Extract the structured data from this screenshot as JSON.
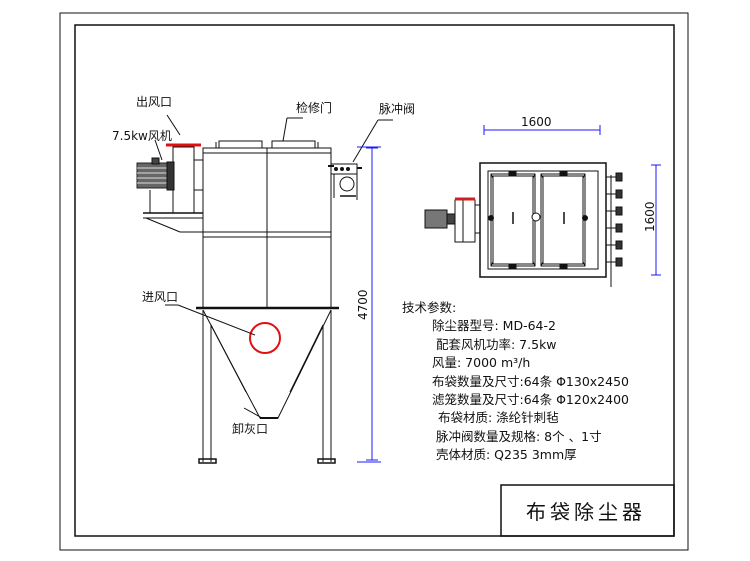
{
  "labels": {
    "outlet": "出风口",
    "fan": "7.5kw风机",
    "access_door": "检修门",
    "pulse_valve": "脉冲阀",
    "inlet": "进风口",
    "ash_outlet": "卸灰口",
    "height_dim": "4700",
    "plan_width_dim": "1600",
    "plan_depth_dim": "1600"
  },
  "specs": {
    "heading": "技术参数:",
    "model": "除尘器型号: MD-64-2",
    "fan_power": "配套风机功率: 7.5kw",
    "airflow": "风量: 7000 m³/h",
    "bag_count_size": "布袋数量及尺寸:64条  Φ130x2450",
    "cage_count_size": "滤笼数量及尺寸:64条  Φ120x2400",
    "bag_material": "布袋材质: 涤纶针刺毡",
    "valve_spec": "脉冲阀数量及规格: 8个 、1寸",
    "shell_material": "壳体材质: Q235 3mm厚"
  },
  "title": "布袋除尘器",
  "colors": {
    "line": "#111111",
    "outlet_flange": "#e01010",
    "inlet_circle": "#e01010",
    "dimension": "#1a1aff",
    "plan_fan_flange": "#cc2222"
  }
}
